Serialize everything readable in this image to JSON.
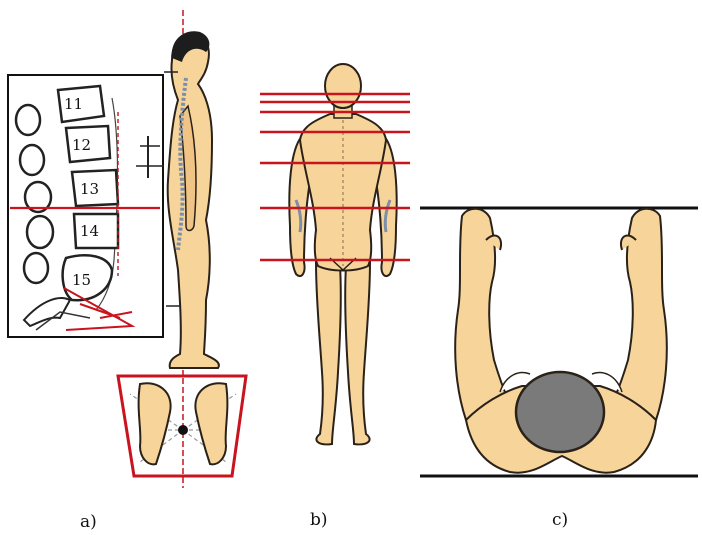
{
  "captions": {
    "a": "a)",
    "b": "b)",
    "c": "c)"
  },
  "vertebrae": [
    "11",
    "12",
    "13",
    "14",
    "15"
  ],
  "colors": {
    "skin": "#f7d49a",
    "skin_outline": "#2a2219",
    "line_red": "#c8141e",
    "head_gray": "#7a7a7a",
    "spine_blue": "#7d8fa8"
  }
}
